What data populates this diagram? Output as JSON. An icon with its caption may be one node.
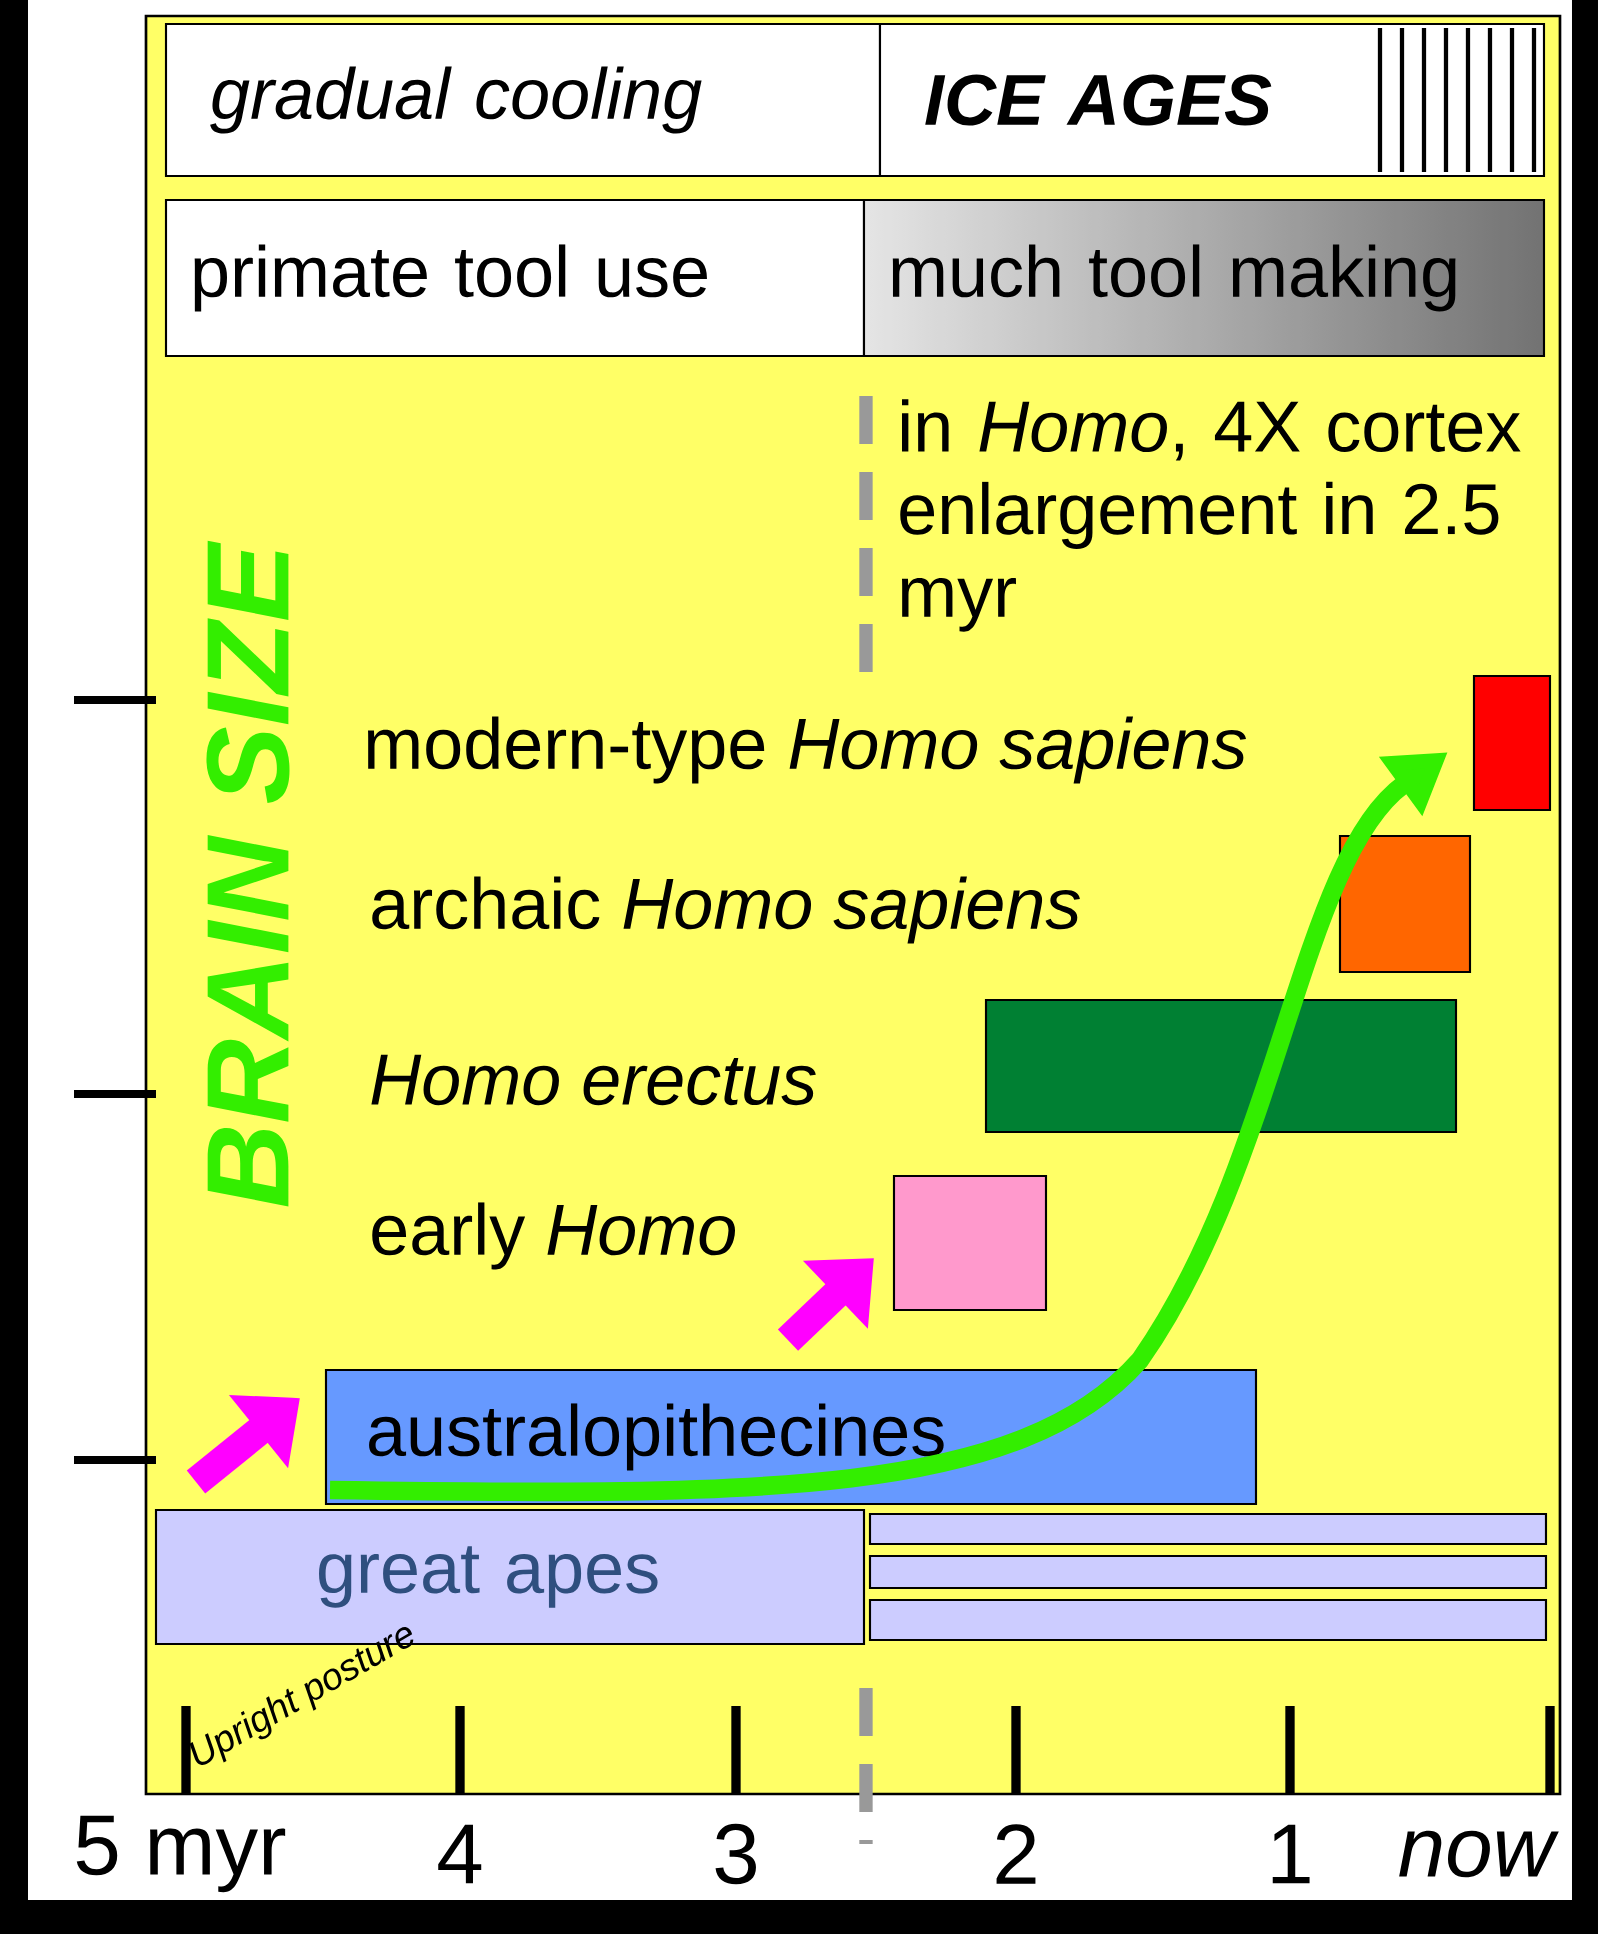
{
  "diagram": {
    "nodes": [
      {
        "text": [
          "gradual cooling"
        ]
      },
      {
        "text": [
          "ICE AGES"
        ]
      },
      {
        "text": [
          "primate tool use"
        ]
      },
      {
        "text": [
          "much tool making"
        ]
      },
      {
        "text": [],
        "shape": "bar"
      },
      {
        "text": [],
        "shape": "bar"
      },
      {
        "text": [],
        "shape": "bar"
      },
      {
        "text": [],
        "shape": "bar"
      },
      {
        "text": [
          "australopithecines"
        ]
      },
      {
        "text": [
          "great apes"
        ]
      },
      {
        "text": [],
        "shape": "bar"
      },
      {
        "text": [],
        "shape": "bar"
      },
      {
        "text": [],
        "shape": "bar"
      }
    ],
    "labels": [
      "BRAIN SIZE",
      "in *Homo*, 4X cortex enlargement in 2.5 myr",
      "modern-type *Homo sapiens*",
      "archaic *Homo sapiens*",
      "Homo erectus",
      "early *Homo*",
      "Upright posture",
      "5 myr",
      "4",
      "3",
      "2",
      "1",
      "now"
    ]
  }
}
